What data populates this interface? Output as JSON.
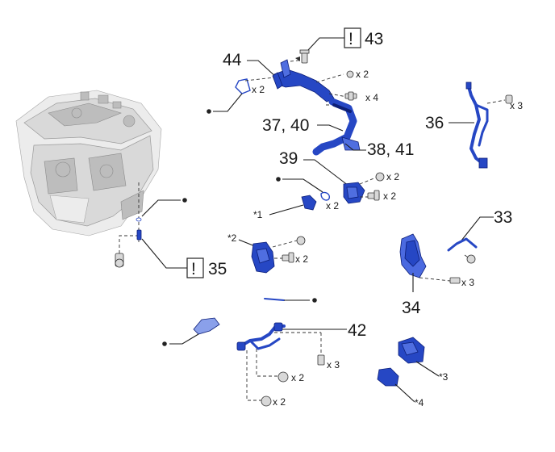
{
  "labels": {
    "l44": "44",
    "l43": "43",
    "l36": "36",
    "l3740": "37, 40",
    "l3841": "38, 41",
    "l39": "39",
    "l33": "33",
    "l34": "34",
    "l35": "35",
    "l42": "42",
    "warn": "!",
    "s1": "*1",
    "s2": "*2",
    "s3": "*3",
    "s4": "*4"
  },
  "qty": {
    "x2": "x 2",
    "x3": "x 3",
    "x4": "x 4"
  },
  "colors": {
    "part_blue": "#2647c4",
    "engine_grey": "#d9d9d9"
  }
}
